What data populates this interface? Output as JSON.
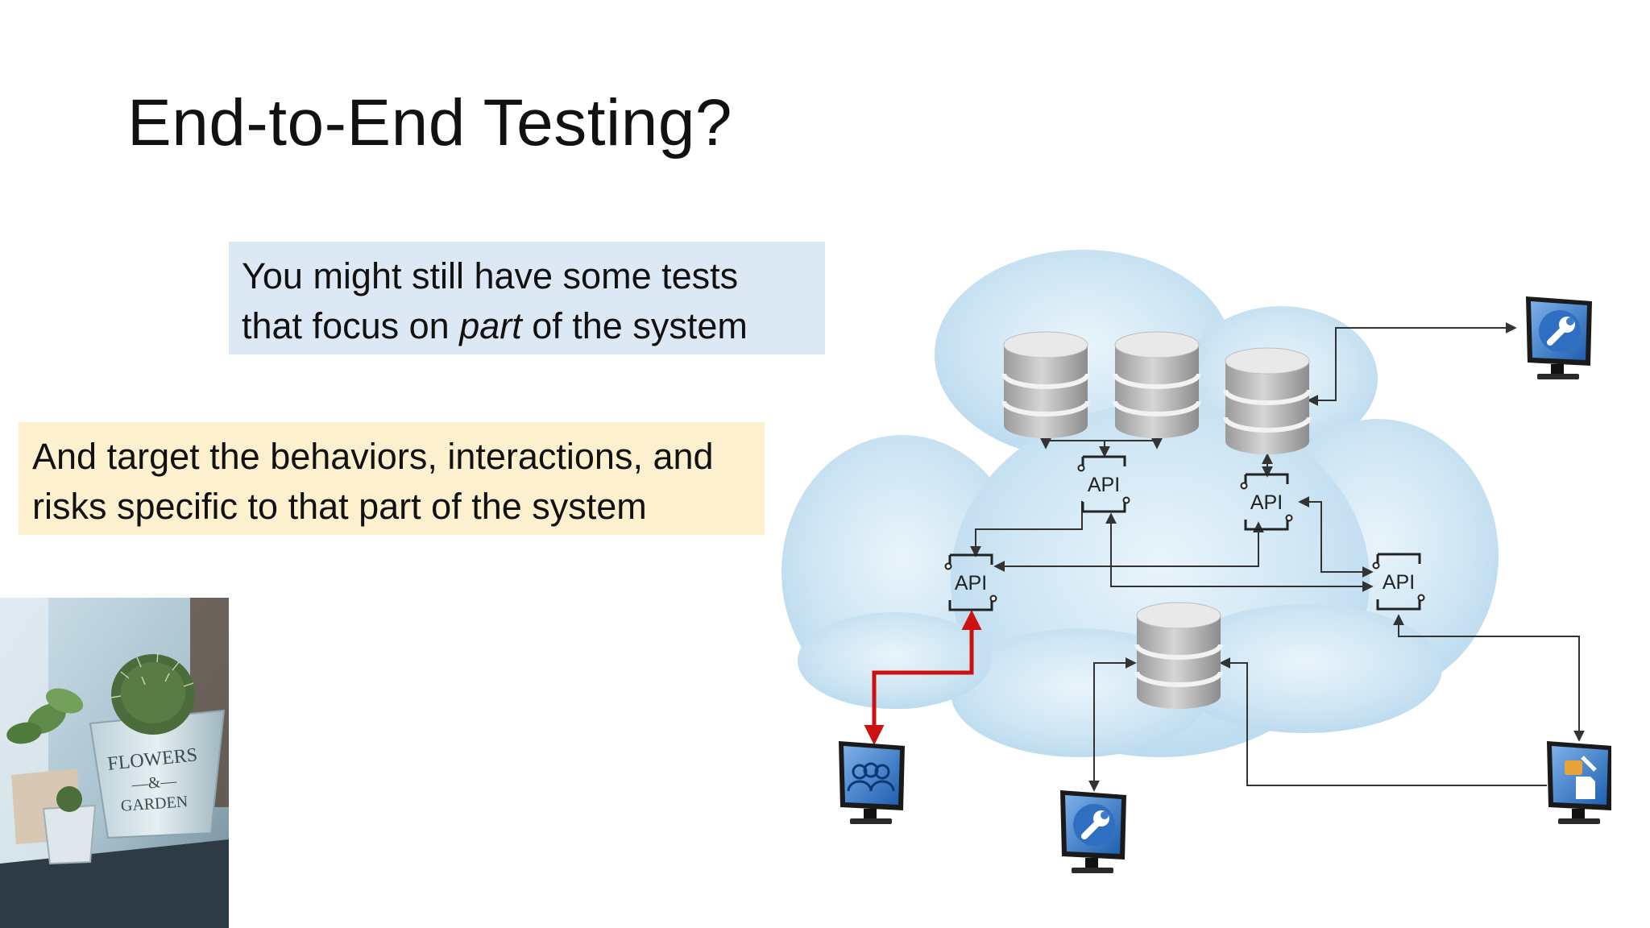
{
  "slide": {
    "title": "End-to-End Testing?"
  },
  "callout_blue": {
    "line1": "You might still have some tests",
    "line2_prefix": "that focus on ",
    "line2_emphasis": "part",
    "line2_suffix": " of the system",
    "color": "#dde8f5"
  },
  "callout_amber": {
    "line1": "And target the behaviors, interactions, and",
    "line2": "risks specific to that part of the system",
    "color": "#fdf0cf"
  },
  "photo": {
    "pot_text_line1": "FLOWERS",
    "pot_text_line2": "—&—",
    "pot_text_line3": "GARDEN"
  },
  "diagram": {
    "api_label": "API",
    "highlight_color": "#cc1111",
    "cloud_color": "#cfe6f4",
    "nodes": {
      "databases": 4,
      "api_gateways": 4,
      "client_monitors": [
        "wrench-monitor",
        "users-monitor",
        "wrench-monitor",
        "files-monitor"
      ]
    }
  }
}
